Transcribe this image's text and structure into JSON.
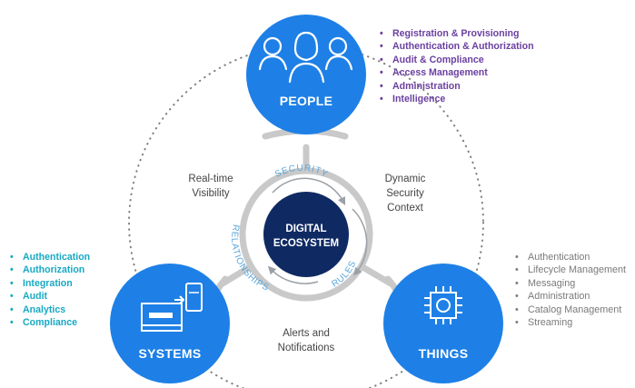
{
  "people": {
    "title": "PEOPLE",
    "items": [
      "Registration & Provisioning",
      "Authentication & Authorization",
      "Audit & Compliance",
      "Access Management",
      "Administration",
      "Intelligence"
    ]
  },
  "systems": {
    "title": "SYSTEMS",
    "items": [
      "Authentication",
      "Authorization",
      "Integration",
      "Audit",
      "Analytics",
      "Compliance"
    ]
  },
  "things": {
    "title": "THINGS",
    "items": [
      "Authentication",
      "Lifecycle Management",
      "Messaging",
      "Administration",
      "Catalog Management",
      "Streaming"
    ]
  },
  "center": {
    "line1": "DIGITAL",
    "line2": "ECOSYSTEM",
    "ring": {
      "security": "SECURITY",
      "rules": "RULES",
      "relationships": "RELATIONSHIPS"
    }
  },
  "connections": {
    "people_systems": [
      "Real-time",
      "Visibility"
    ],
    "people_things": [
      "Dynamic",
      "Security",
      "Context"
    ],
    "systems_things": [
      "Alerts and",
      "Notifications"
    ]
  },
  "colors": {
    "node_blue": "#1e80e6",
    "center_navy": "#0f2a63",
    "ring_accent": "#58a6dc",
    "connector_grey": "#c9c9c9",
    "people_list": "#6b3fa0",
    "systems_list": "#17a9c4",
    "things_list": "#7a7a7a"
  },
  "icons": {
    "people": "people-group-icon",
    "systems": "monitor-and-mobile-icon",
    "things": "chip-icon"
  }
}
